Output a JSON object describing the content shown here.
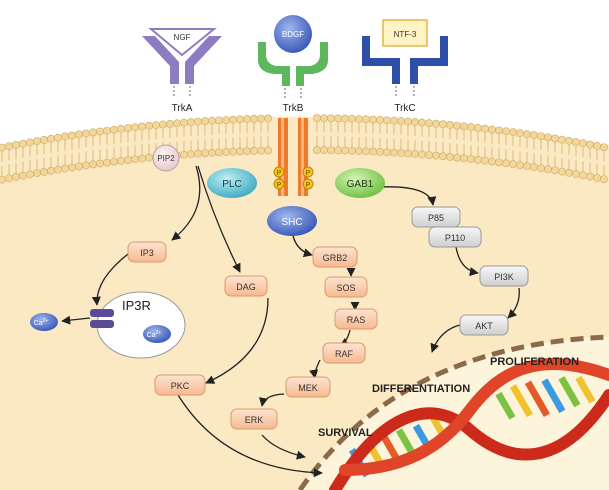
{
  "receptors": [
    {
      "ligand": "NGF",
      "name": "TrkA",
      "color": "#8e7cc3"
    },
    {
      "ligand": "BDGF",
      "name": "TrkB",
      "color": "#5cb85c"
    },
    {
      "ligand": "NTF-3",
      "name": "TrkC",
      "color": "#2e4fa8"
    }
  ],
  "membrane": {
    "pip2": "PIP2",
    "plc": "PLC",
    "gab1": "GAB1",
    "phospho": "P"
  },
  "pathway": {
    "shc": "SHC",
    "ip3": "IP3",
    "ip3r": "IP3R",
    "ca": "Ca",
    "ca_charge": "2+",
    "dag": "DAG",
    "pkc": "PKC",
    "grb2": "GRB2",
    "sos": "SOS",
    "ras": "RAS",
    "raf": "RAF",
    "mek": "MEK",
    "erk": "ERK",
    "p85": "P85",
    "p110": "P110",
    "pi3k": "PI3K",
    "akt": "AKT"
  },
  "outcomes": {
    "proliferation": "PROLIFERATION",
    "differentiation": "DIFFERENTIATION",
    "survival": "SURVIVAL"
  },
  "colors": {
    "cytoplasm": "#fbe9c4",
    "lipid_head": "#f3d79a",
    "receptor_stem": "#f07a2c",
    "orange_node": "#fbd2b4",
    "gray_node": "#e6e6e6",
    "dna_red": "#cc2a1a"
  }
}
